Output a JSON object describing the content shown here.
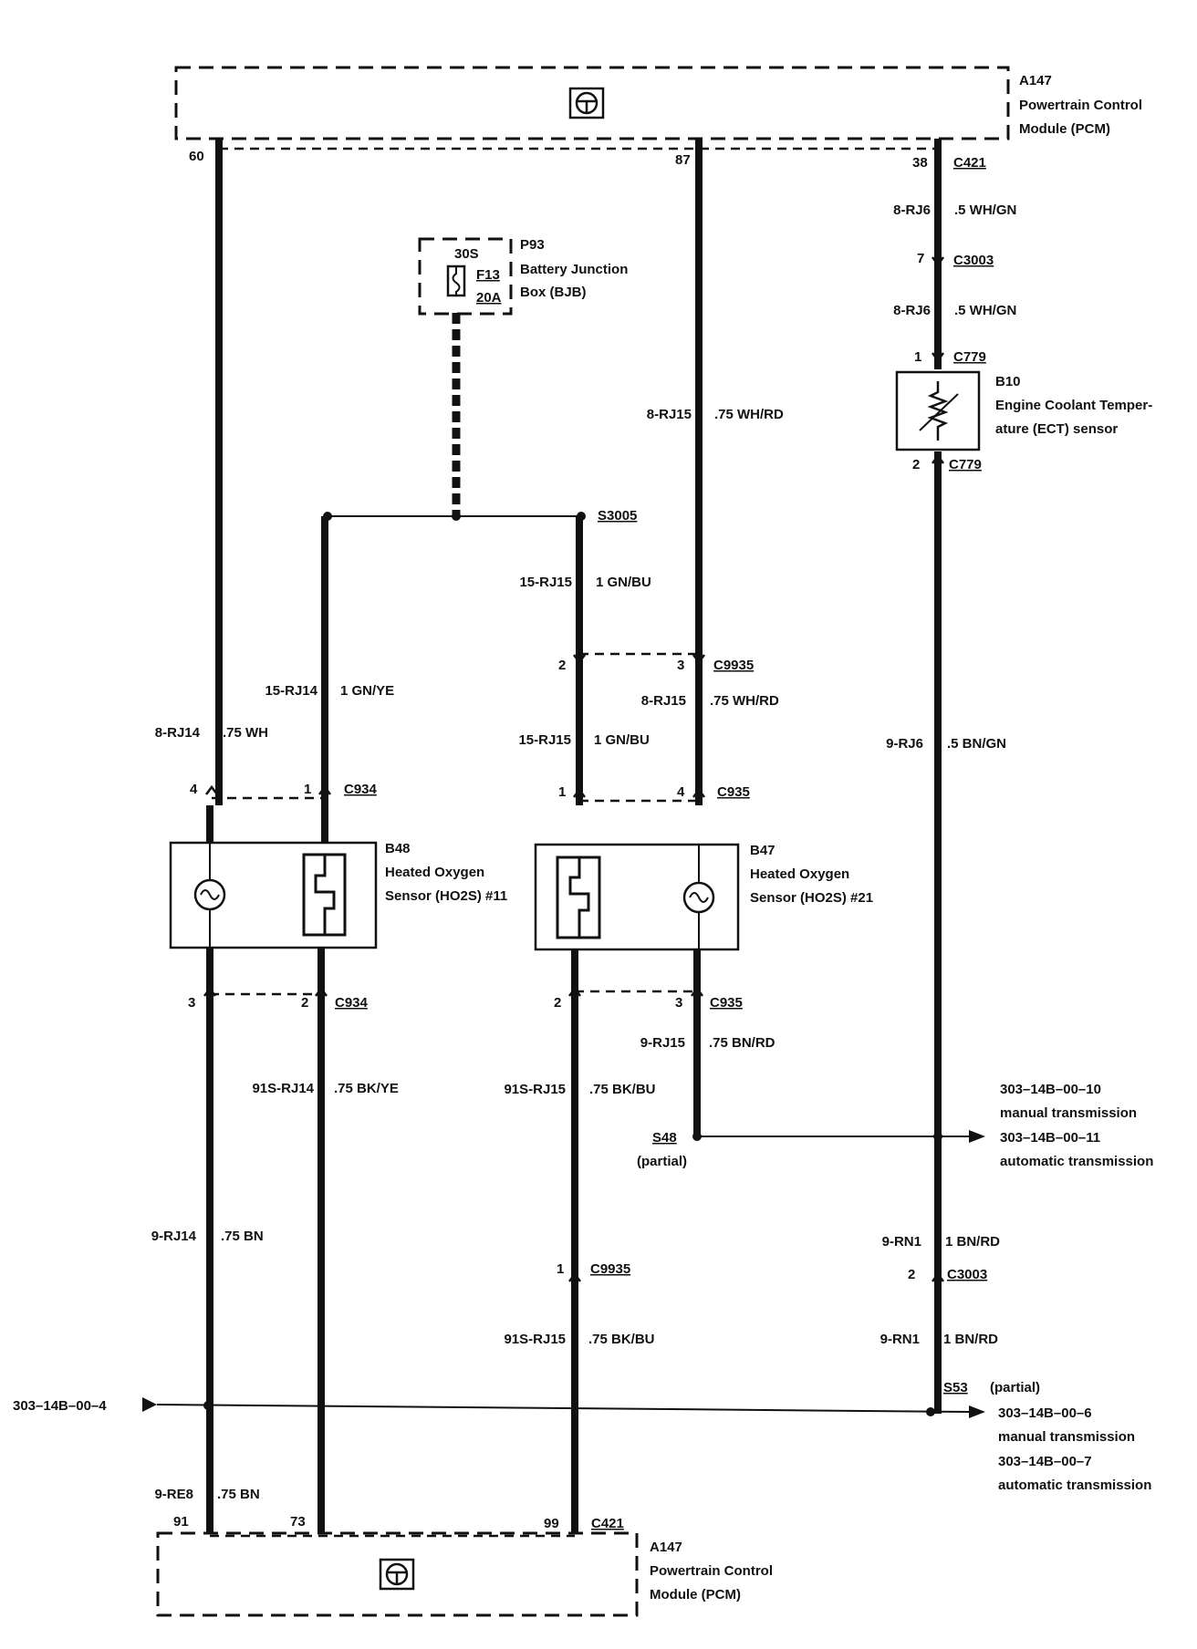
{
  "pcm_top": {
    "id": "A147",
    "line1": "Powertrain Control",
    "line2": "Module (PCM)"
  },
  "pcm_bottom": {
    "id": "A147",
    "line1": "Powertrain Control",
    "line2": "Module (PCM)"
  },
  "bjb": {
    "id": "P93",
    "line1": "Battery Junction",
    "line2": "Box (BJB)",
    "terminal": "30S",
    "fuse": "F13",
    "rating": "20A"
  },
  "ect": {
    "id": "B10",
    "line1": "Engine Coolant Temper-",
    "line2": "ature (ECT) sensor"
  },
  "b48": {
    "id": "B48",
    "line1": "Heated Oxygen",
    "line2": "Sensor (HO2S) #11"
  },
  "b47": {
    "id": "B47",
    "line1": "Heated Oxygen",
    "line2": "Sensor (HO2S) #21"
  },
  "pins": {
    "p60": "60",
    "p87": "87",
    "p38": "38",
    "p7": "7",
    "p1_c779": "1",
    "p2_c779": "2",
    "p4_c934": "4",
    "p1_c934": "1",
    "p3_c934": "3",
    "p2_c934": "2",
    "p2_c9935": "2",
    "p3_c9935": "3",
    "p1_c935": "1",
    "p4_c935": "4",
    "p2_c935": "2",
    "p3_c935": "3",
    "p1_c9935b": "1",
    "p2_c3003b": "2",
    "p91": "91",
    "p73": "73",
    "p99": "99"
  },
  "connectors": {
    "c421_top": "C421",
    "c3003_top": "C3003",
    "c779_top": "C779",
    "c779_bot": "C779",
    "c934_top": "C934",
    "c934_bot": "C934",
    "c9935_top": "C9935",
    "c935_top": "C935",
    "c935_bot": "C935",
    "c9935_bot": "C9935",
    "c3003_bot": "C3003",
    "c421_bot": "C421",
    "s3005": "S3005",
    "s48": "S48",
    "s48_note": "(partial)",
    "s53": "S53",
    "s53_note": "(partial)"
  },
  "wires": {
    "w1_id": "8-RJ6",
    "w1_spec": ".5 WH/GN",
    "w2_id": "8-RJ6",
    "w2_spec": ".5 WH/GN",
    "w3_id": "8-RJ15",
    "w3_spec": ".75 WH/RD",
    "w4_id": "15-RJ15",
    "w4_spec": "1 GN/BU",
    "w5_id": "15-RJ14",
    "w5_spec": "1 GN/YE",
    "w6_id": "8-RJ14",
    "w6_spec": ".75 WH",
    "w7_id": "8-RJ15",
    "w7_spec": ".75 WH/RD",
    "w8_id": "15-RJ15",
    "w8_spec": "1 GN/BU",
    "w9_id": "9-RJ6",
    "w9_spec": ".5 BN/GN",
    "w10_id": "9-RJ15",
    "w10_spec": ".75 BN/RD",
    "w11_id": "91S-RJ14",
    "w11_spec": ".75 BK/YE",
    "w12_id": "91S-RJ15",
    "w12_spec": ".75 BK/BU",
    "w13_id": "9-RJ14",
    "w13_spec": ".75 BN",
    "w14_id": "9-RN1",
    "w14_spec": "1 BN/RD",
    "w15_id": "91S-RJ15",
    "w15_spec": ".75 BK/BU",
    "w16_id": "9-RN1",
    "w16_spec": "1 BN/RD",
    "w17_id": "9-RE8",
    "w17_spec": ".75 BN"
  },
  "refs": {
    "r1": "303–14B–00–10",
    "r1_note": "manual transmission",
    "r2": "303–14B–00–11",
    "r2_note": "automatic transmission",
    "r3": "303–14B–00–6",
    "r3_note": "manual transmission",
    "r4": "303–14B–00–7",
    "r4_note": "automatic transmission",
    "r5": "303–14B–00–4"
  }
}
